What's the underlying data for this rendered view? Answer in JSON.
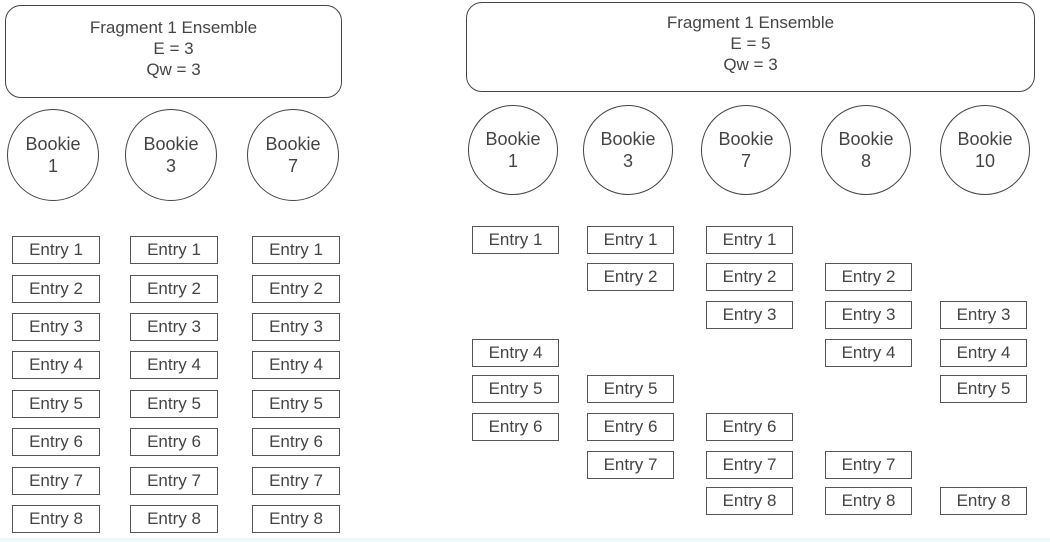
{
  "left": {
    "ensemble": {
      "title": "Fragment 1 Ensemble",
      "e": "E = 3",
      "qw": "Qw = 3"
    },
    "bookies": [
      {
        "name": "Bookie",
        "id": "1"
      },
      {
        "name": "Bookie",
        "id": "3"
      },
      {
        "name": "Bookie",
        "id": "7"
      }
    ],
    "columns": [
      [
        "Entry 1",
        "Entry 2",
        "Entry 3",
        "Entry 4",
        "Entry 5",
        "Entry 6",
        "Entry 7",
        "Entry 8"
      ],
      [
        "Entry 1",
        "Entry 2",
        "Entry 3",
        "Entry 4",
        "Entry 5",
        "Entry 6",
        "Entry 7",
        "Entry 8"
      ],
      [
        "Entry 1",
        "Entry 2",
        "Entry 3",
        "Entry 4",
        "Entry 5",
        "Entry 6",
        "Entry 7",
        "Entry 8"
      ]
    ]
  },
  "right": {
    "ensemble": {
      "title": "Fragment 1 Ensemble",
      "e": "E = 5",
      "qw": "Qw = 3"
    },
    "bookies": [
      {
        "name": "Bookie",
        "id": "1"
      },
      {
        "name": "Bookie",
        "id": "3"
      },
      {
        "name": "Bookie",
        "id": "7"
      },
      {
        "name": "Bookie",
        "id": "8"
      },
      {
        "name": "Bookie",
        "id": "10"
      }
    ],
    "columns": [
      [
        "Entry 1",
        "",
        "",
        "Entry 4",
        "Entry 5",
        "Entry 6",
        "",
        ""
      ],
      [
        "Entry 1",
        "Entry 2",
        "",
        "",
        "Entry 5",
        "Entry 6",
        "Entry 7",
        ""
      ],
      [
        "Entry 1",
        "Entry 2",
        "Entry 3",
        "",
        "",
        "Entry 6",
        "Entry 7",
        "Entry 8"
      ],
      [
        "",
        "Entry 2",
        "Entry 3",
        "Entry 4",
        "",
        "",
        "Entry 7",
        "Entry 8"
      ],
      [
        "",
        "",
        "Entry 3",
        "Entry 4",
        "Entry 5",
        "",
        "",
        "Entry 8"
      ]
    ]
  }
}
